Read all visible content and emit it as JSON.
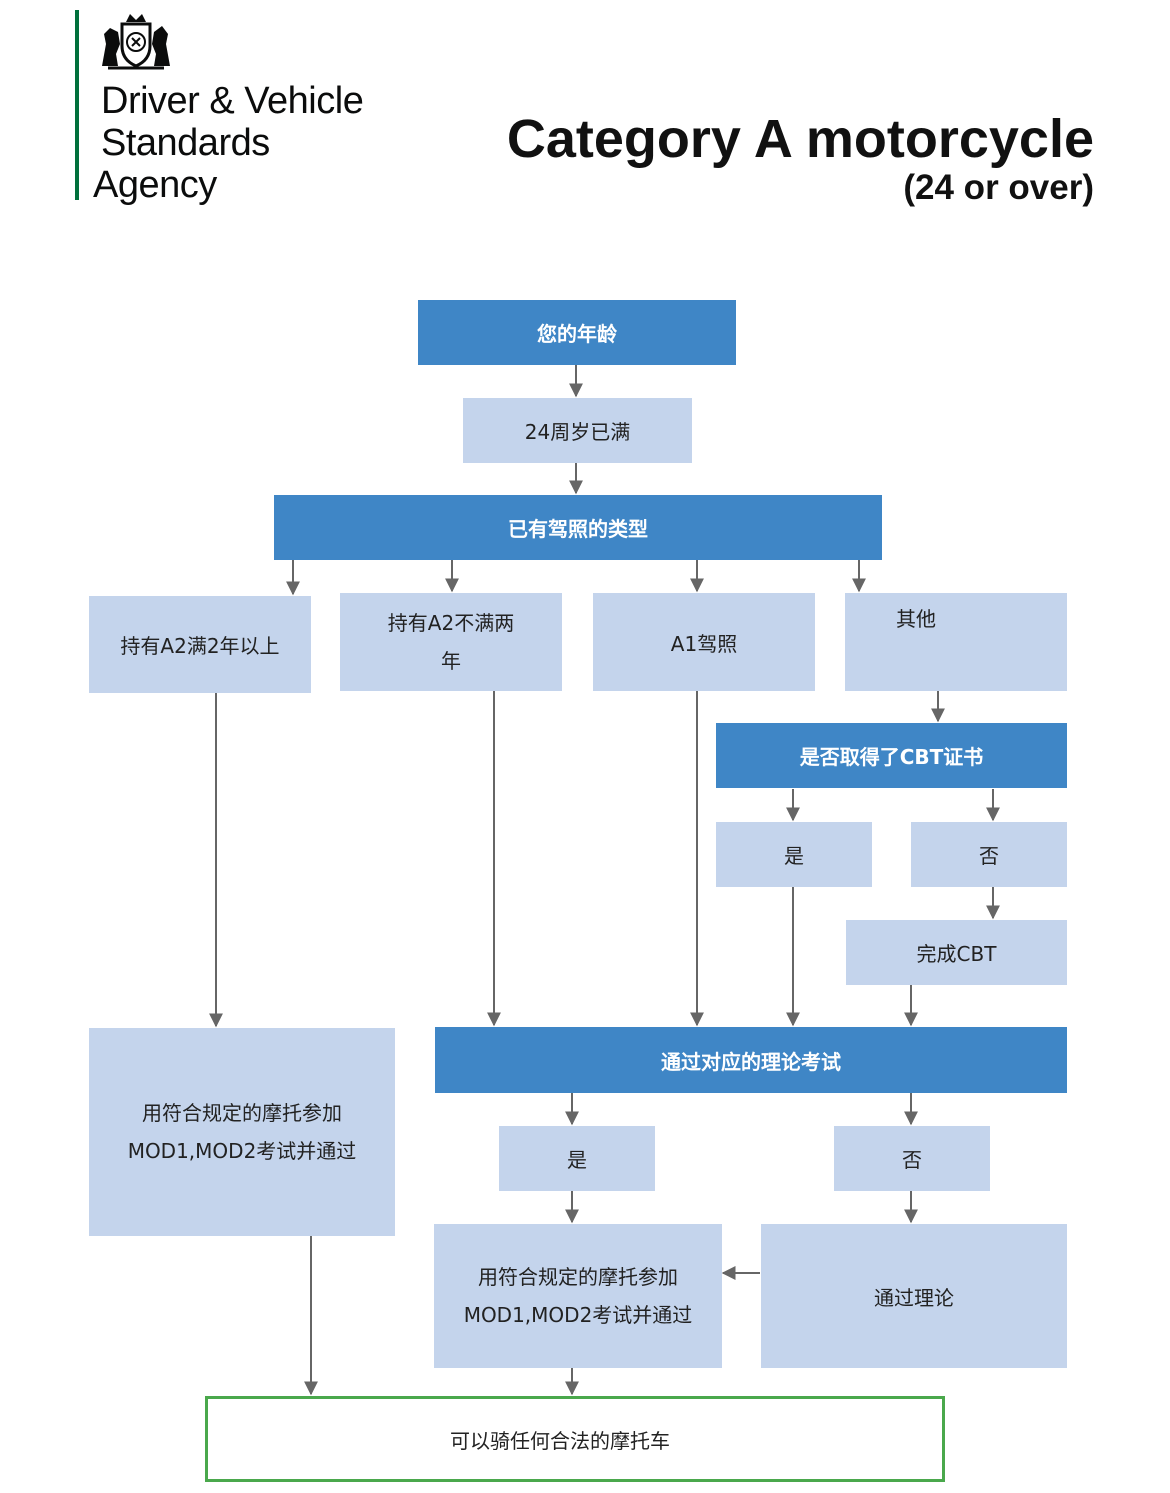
{
  "logo": {
    "crest": "royal-coat-of-arms",
    "line1": "Driver & Vehicle",
    "line2": "Standards",
    "line3": "Agency",
    "bar_color": "#00703c"
  },
  "header": {
    "title": "Category A motorcycle",
    "subtitle": "(24 or over)"
  },
  "colors": {
    "dark_box": "#3f86c6",
    "light_box": "#c4d4ec",
    "final_border": "#4aa84c",
    "arrow": "#666666"
  },
  "nodes": {
    "age": "您的年龄",
    "age_24": "24周岁已满",
    "license_type": "已有驾照的类型",
    "a2_over2": "持有A2满2年以上",
    "a2_under2_l1": "持有A2不满两",
    "a2_under2_l2": "年",
    "a1": "A1驾照",
    "other": "其他",
    "cbt_q": "是否取得了CBT证书",
    "cbt_yes": "是",
    "cbt_no": "否",
    "complete_cbt": "完成CBT",
    "mod_left_l1": "用符合规定的摩托参加",
    "mod_left_l2": "MOD1,MOD2考试并通过",
    "theory": "通过对应的理论考试",
    "theory_yes": "是",
    "theory_no": "否",
    "mod_mid_l1": "用符合规定的摩托参加",
    "mod_mid_l2": "MOD1,MOD2考试并通过",
    "pass_theory": "通过理论",
    "final": "可以骑任何合法的摩托车"
  }
}
